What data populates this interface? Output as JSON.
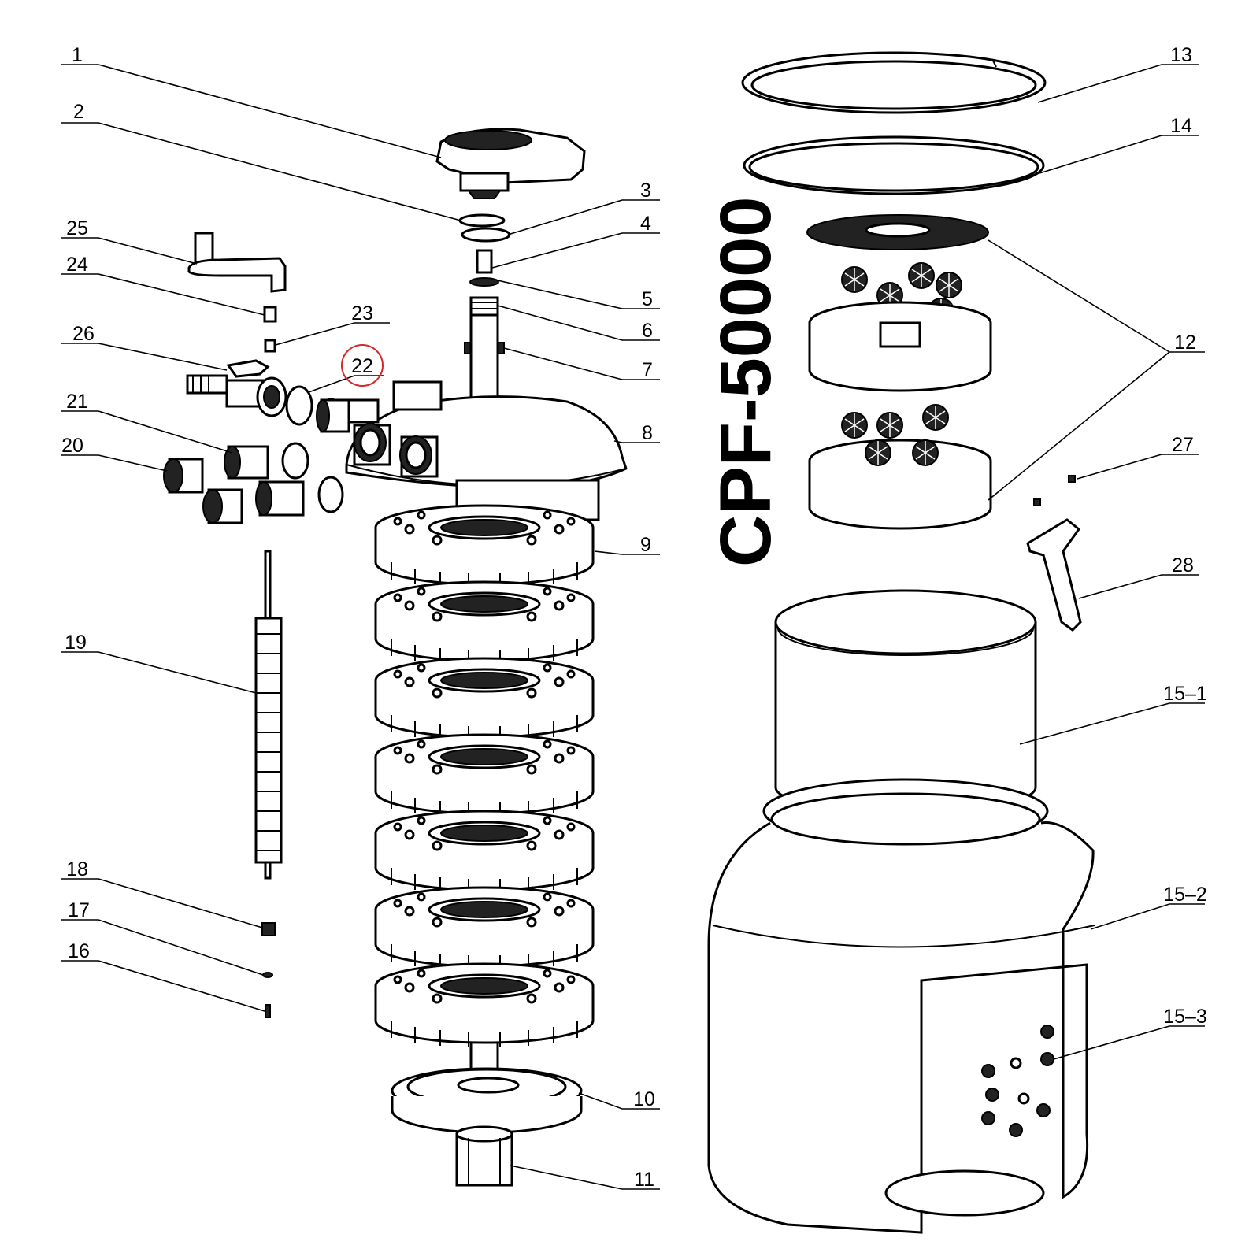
{
  "model": "CPF-50000",
  "highlighted_part": "22",
  "labels": [
    {
      "id": "1",
      "text": "1"
    },
    {
      "id": "2",
      "text": "2"
    },
    {
      "id": "3",
      "text": "3"
    },
    {
      "id": "4",
      "text": "4"
    },
    {
      "id": "5",
      "text": "5"
    },
    {
      "id": "6",
      "text": "6"
    },
    {
      "id": "7",
      "text": "7"
    },
    {
      "id": "8",
      "text": "8"
    },
    {
      "id": "9",
      "text": "9"
    },
    {
      "id": "10",
      "text": "10"
    },
    {
      "id": "11",
      "text": "11"
    },
    {
      "id": "12",
      "text": "12"
    },
    {
      "id": "13",
      "text": "13"
    },
    {
      "id": "14",
      "text": "14"
    },
    {
      "id": "15-1",
      "text": "15–1"
    },
    {
      "id": "15-2",
      "text": "15–2"
    },
    {
      "id": "15-3",
      "text": "15–3"
    },
    {
      "id": "16",
      "text": "16"
    },
    {
      "id": "17",
      "text": "17"
    },
    {
      "id": "18",
      "text": "18"
    },
    {
      "id": "19",
      "text": "19"
    },
    {
      "id": "20",
      "text": "20"
    },
    {
      "id": "21",
      "text": "21"
    },
    {
      "id": "22",
      "text": "22"
    },
    {
      "id": "23",
      "text": "23"
    },
    {
      "id": "24",
      "text": "24"
    },
    {
      "id": "25",
      "text": "25"
    },
    {
      "id": "26",
      "text": "26"
    },
    {
      "id": "27",
      "text": "27"
    },
    {
      "id": "28",
      "text": "28"
    }
  ]
}
